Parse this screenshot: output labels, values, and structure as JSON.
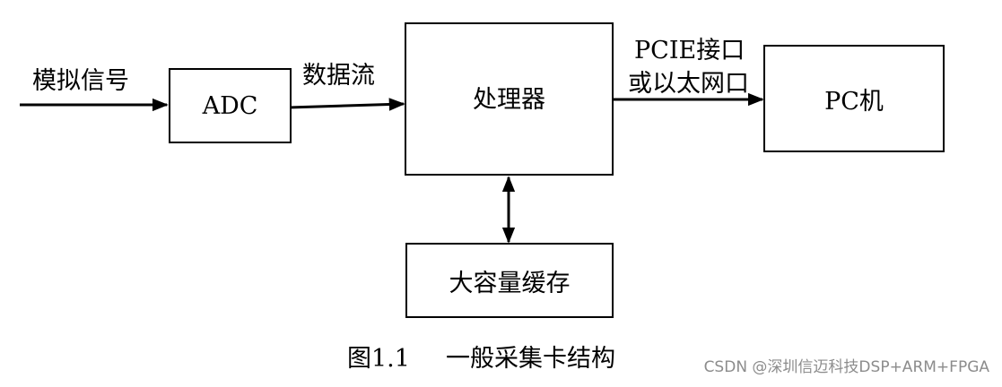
{
  "nodes": {
    "adc": "ADC",
    "processor": "处理器",
    "pc": "PC机",
    "buffer": "大容量缓存"
  },
  "edges": {
    "input": "模拟信号",
    "data_stream": "数据流",
    "pcie_line1": "PCIE接口",
    "pcie_line2": "或以太网口"
  },
  "caption": {
    "number": "图1.1",
    "title": "一般采集卡结构"
  },
  "watermark": "CSDN @深圳信迈科技DSP+ARM+FPGA"
}
